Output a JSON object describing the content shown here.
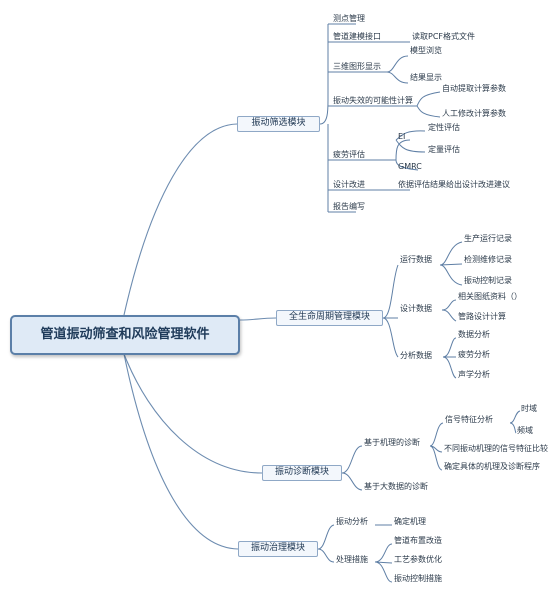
{
  "root": "管道振动筛查和风险管理软件",
  "branches": {
    "vibration": {
      "title": "振动筛选模块",
      "items": {
        "measurement": "测点管理",
        "piping_model": "管道建模接口",
        "piping_model_sub": "读取PCF格式文件",
        "three_d": "三维图形显示",
        "three_d_a": "模型浏览",
        "three_d_b": "结果显示",
        "likelihood": "振动失效的可能性计算",
        "likelihood_a": "自动提取计算参数",
        "likelihood_b": "人工修改计算参数",
        "fatigue": "疲劳评估",
        "fatigue_ei": "EI",
        "fatigue_ei_a": "定性评估",
        "fatigue_ei_b": "定量评估",
        "fatigue_gmrc": "GMRC",
        "improve": "设计改进",
        "improve_sub": "依据评估结果给出设计改进建议",
        "report": "报告编写"
      }
    },
    "lifecycle": {
      "title": "全生命周期管理模块",
      "items": {
        "operation": "运行数据",
        "operation_a": "生产运行记录",
        "operation_b": "检测维修记录",
        "operation_c": "振动控制记录",
        "design": "设计数据",
        "design_a": "相关图纸资料（）",
        "design_b": "管路设计计算",
        "analysis": "分析数据",
        "analysis_a": "数据分析",
        "analysis_b": "疲劳分析",
        "analysis_c": "声学分析"
      }
    },
    "diagnosis": {
      "title": "振动诊断模块",
      "items": {
        "online": "基于机理的诊断",
        "signal": "信号特征分析",
        "signal_a": "时域",
        "signal_b": "频域",
        "feature": "不同振动机理的信号特征比较",
        "identify": "确定具体的机理及诊断程序",
        "bigdata": "基于大数据的诊断"
      }
    },
    "treatment": {
      "title": "振动治理模块",
      "items": {
        "cause": "振动分析",
        "cause_sub": "确定机理",
        "measures": "处理措施",
        "measures_a": "管道布置改造",
        "measures_b": "工艺参数优化",
        "measures_c": "振动控制措施"
      }
    }
  }
}
